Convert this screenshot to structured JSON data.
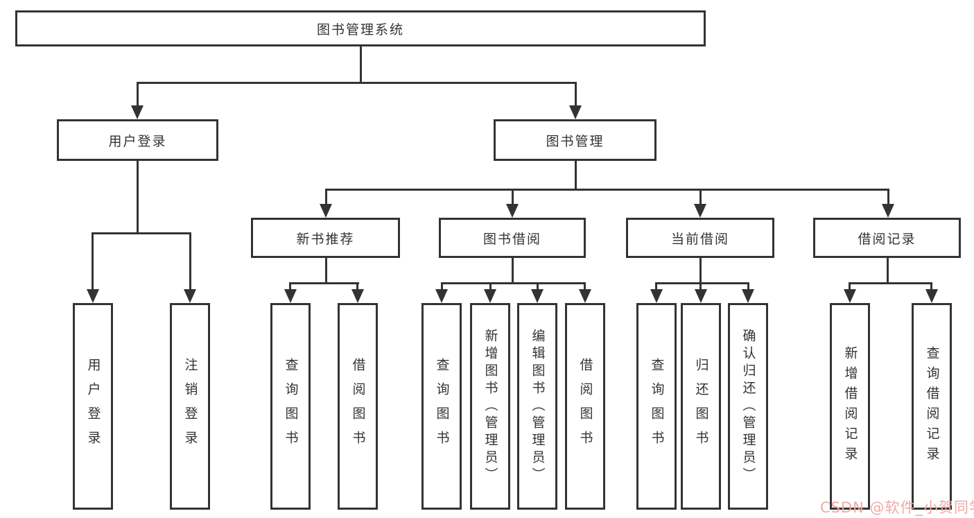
{
  "diagram": {
    "root": {
      "label": "图书管理系统"
    },
    "branches": {
      "user_login": {
        "label": "用户登录"
      },
      "book_management": {
        "label": "图书管理"
      }
    },
    "sub_branches": {
      "new_book_recommend": {
        "label": "新书推荐"
      },
      "book_borrow": {
        "label": "图书借阅"
      },
      "current_borrow": {
        "label": "当前借阅"
      },
      "borrow_records": {
        "label": "借阅记录"
      }
    },
    "leaves": {
      "user_login": {
        "label": "用户登录"
      },
      "logout": {
        "label": "注销登录"
      },
      "query_book_1": {
        "label": "查询图书"
      },
      "borrow_book_1": {
        "label": "借阅图书"
      },
      "query_book_2": {
        "label": "查询图书"
      },
      "add_book_admin": {
        "label": "新增图书（管理员）"
      },
      "edit_book_admin": {
        "label": "编辑图书（管理员）"
      },
      "borrow_book_2": {
        "label": "借阅图书"
      },
      "query_book_3": {
        "label": "查询图书"
      },
      "return_book": {
        "label": "归还图书"
      },
      "confirm_return_admin": {
        "label": "确认归还（管理员）"
      },
      "add_borrow_record": {
        "label": "新增借阅记录"
      },
      "query_borrow_record": {
        "label": "查询借阅记录"
      }
    }
  },
  "watermark": {
    "text": "CSDN @软件_小贺同学",
    "color": "#f2a9a3"
  },
  "colors": {
    "line": "#333333",
    "background": "#ffffff"
  }
}
